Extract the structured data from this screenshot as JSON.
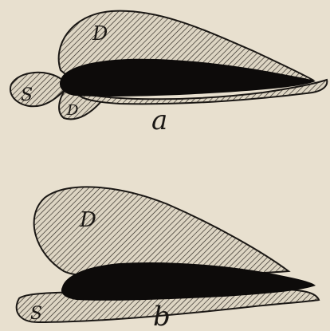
{
  "figures": [
    {
      "caption": "a",
      "regions": [
        {
          "label": "D",
          "kind": "hatched"
        },
        {
          "label": "S",
          "kind": "hatched"
        },
        {
          "label": "D",
          "kind": "hatched"
        }
      ]
    },
    {
      "caption": "b",
      "regions": [
        {
          "label": "D",
          "kind": "hatched"
        },
        {
          "label": "S",
          "kind": "hatched"
        }
      ]
    }
  ],
  "colors": {
    "paper": "#e8e0cf",
    "ink": "#1a1714",
    "hatch_fill": "#d9d1c0"
  }
}
